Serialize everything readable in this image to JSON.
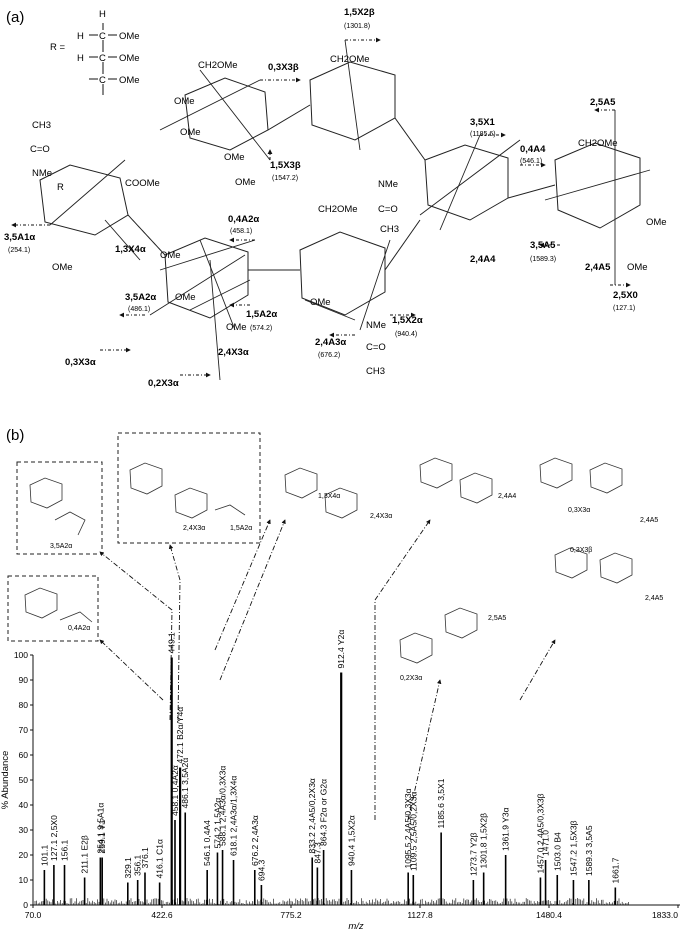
{
  "panel_a": {
    "label": "(a)",
    "r_group": {
      "prefix": "R =",
      "atoms": [
        "H",
        "H",
        "H",
        "OMe",
        "OMe",
        "OMe",
        "C",
        "C",
        "C"
      ]
    },
    "substituents": [
      "CH3",
      "C=O",
      "NMe",
      "R",
      "COOMe",
      "OMe",
      "CH2OMe",
      "OMe",
      "OMe",
      "OMe",
      "OMe",
      "CH2OMe",
      "NMe",
      "C=O",
      "CH3",
      "CH2OMe",
      "OMe",
      "OMe",
      "NMe",
      "C=O",
      "CH3",
      "CH2OMe",
      "OMe",
      "OMe",
      "OMe",
      "OMe"
    ],
    "cleavages": [
      {
        "label": "1,5X2β",
        "mz": "(1301.8)"
      },
      {
        "label": "0,3X3β",
        "mz": ""
      },
      {
        "label": "1,5X3β",
        "mz": "(1547.2)"
      },
      {
        "label": "3,5X1",
        "mz": "(1185.6)"
      },
      {
        "label": "0,4A4",
        "mz": "(546.1)"
      },
      {
        "label": "2,5A5",
        "mz": ""
      },
      {
        "label": "3,5A1α",
        "mz": "(254.1)"
      },
      {
        "label": "1,3X4α",
        "mz": ""
      },
      {
        "label": "0,4A2α",
        "mz": "(458.1)"
      },
      {
        "label": "3,5A5",
        "mz": "(1589.3)"
      },
      {
        "label": "2,4A4",
        "mz": ""
      },
      {
        "label": "2,4A5",
        "mz": ""
      },
      {
        "label": "2,5X0",
        "mz": "(127.1)"
      },
      {
        "label": "3,5A2α",
        "mz": "(486.1)"
      },
      {
        "label": "1,5A2α",
        "mz": "(574.2)"
      },
      {
        "label": "2,4X3α",
        "mz": ""
      },
      {
        "label": "2,4A3α",
        "mz": "(676.2)"
      },
      {
        "label": "1,5X2α",
        "mz": "(940.4)"
      },
      {
        "label": "0,3X3α",
        "mz": ""
      },
      {
        "label": "0,2X3α",
        "mz": ""
      }
    ]
  },
  "panel_b": {
    "label": "(b)",
    "inset_labels": [
      "3,5A2α",
      "2,4X3α",
      "1,5A2α",
      "1,3X4α",
      "2,4X3α",
      "2,4A4",
      "2,4A5",
      "0,3X3α",
      "0,3X3β",
      "2,5A5",
      "0,2X3α",
      "2,4A5",
      "0,4A2α"
    ]
  },
  "chart_data": {
    "type": "bar",
    "title": "",
    "xlabel": "m/z",
    "ylabel": "% Abundance",
    "xlim": [
      70.0,
      1833.0
    ],
    "ylim": [
      0,
      100
    ],
    "x_ticks": [
      "70.0",
      "422.6",
      "775.2",
      "1127.8",
      "1480.4",
      "1833.0"
    ],
    "x_tick_values": [
      70.0,
      422.6,
      775.2,
      1127.8,
      1480.4,
      1833.0
    ],
    "y_ticks": [
      0,
      10,
      20,
      30,
      40,
      50,
      60,
      70,
      80,
      90,
      100
    ],
    "peaks": [
      {
        "mz": 101.1,
        "y": 14,
        "label": "101.1"
      },
      {
        "mz": 127.1,
        "y": 16,
        "label": "127.1 2,5X0"
      },
      {
        "mz": 156.1,
        "y": 16,
        "label": "156.1"
      },
      {
        "mz": 211.1,
        "y": 11,
        "label": "211.1 E2β"
      },
      {
        "mz": 254.1,
        "y": 19,
        "label": "254.1 3,5A1α"
      },
      {
        "mz": 259.1,
        "y": 19,
        "label": "259.1 Y1"
      },
      {
        "mz": 329.1,
        "y": 9,
        "label": "329.1"
      },
      {
        "mz": 356.1,
        "y": 10,
        "label": "356.1"
      },
      {
        "mz": 376.1,
        "y": 13,
        "label": "376.1"
      },
      {
        "mz": 416.1,
        "y": 9,
        "label": "416.1 C1α"
      },
      {
        "mz": 449.1,
        "y": 99,
        "label": "449.1"
      },
      {
        "mz": 458.1,
        "y": 34,
        "label": "458.1 0,4A2α"
      },
      {
        "mz": 472.1,
        "y": 55,
        "label": "472.1 B2α/Y4α"
      },
      {
        "mz": 486.1,
        "y": 37,
        "label": "486.1 3,5A2α"
      },
      {
        "mz": 546.1,
        "y": 14,
        "label": "546.1 0,4A4"
      },
      {
        "mz": 574.2,
        "y": 21,
        "label": "574.2 1,5A2α"
      },
      {
        "mz": 588.1,
        "y": 22,
        "label": "588.1 2,4A3α/0,3X3α"
      },
      {
        "mz": 618.1,
        "y": 18,
        "label": "618.1 2,4A3α/1,3X4α"
      },
      {
        "mz": 676.2,
        "y": 14,
        "label": "676.2 2,4A3α"
      },
      {
        "mz": 694.3,
        "y": 8,
        "label": "694.3"
      },
      {
        "mz": 833.2,
        "y": 19,
        "label": "833.2 2,4A5/0,2X3α"
      },
      {
        "mz": 847.3,
        "y": 15,
        "label": "847.3"
      },
      {
        "mz": 864.3,
        "y": 22,
        "label": "864.3 F2α or G2α"
      },
      {
        "mz": 912.4,
        "y": 93,
        "label": "912.4 Y2α"
      },
      {
        "mz": 940.4,
        "y": 14,
        "label": "940.4 1,5X2α"
      },
      {
        "mz": 1095.5,
        "y": 13,
        "label": "1095.5 2,4A5/0,3X3α"
      },
      {
        "mz": 1109.5,
        "y": 12,
        "label": "1109.5 2,5A5/0,2X3α"
      },
      {
        "mz": 1185.6,
        "y": 29,
        "label": "1185.6 3,5X1"
      },
      {
        "mz": 1273.7,
        "y": 10,
        "label": "1273.7 Y2β"
      },
      {
        "mz": 1301.8,
        "y": 13,
        "label": "1301.8 1,5X2β"
      },
      {
        "mz": 1361.9,
        "y": 20,
        "label": "1361.9 Y3α"
      },
      {
        "mz": 1457.0,
        "y": 11,
        "label": "1457.0 2,4A5/0,3X3β"
      },
      {
        "mz": 1471.0,
        "y": 18,
        "label": "1471.0"
      },
      {
        "mz": 1503.0,
        "y": 12,
        "label": "1503.0 B4"
      },
      {
        "mz": 1547.2,
        "y": 10,
        "label": "1547.2 1,5X3β"
      },
      {
        "mz": 1589.3,
        "y": 10,
        "label": "1589.3 3,5A5"
      },
      {
        "mz": 1661.7,
        "y": 7,
        "label": "1661.7"
      }
    ]
  }
}
